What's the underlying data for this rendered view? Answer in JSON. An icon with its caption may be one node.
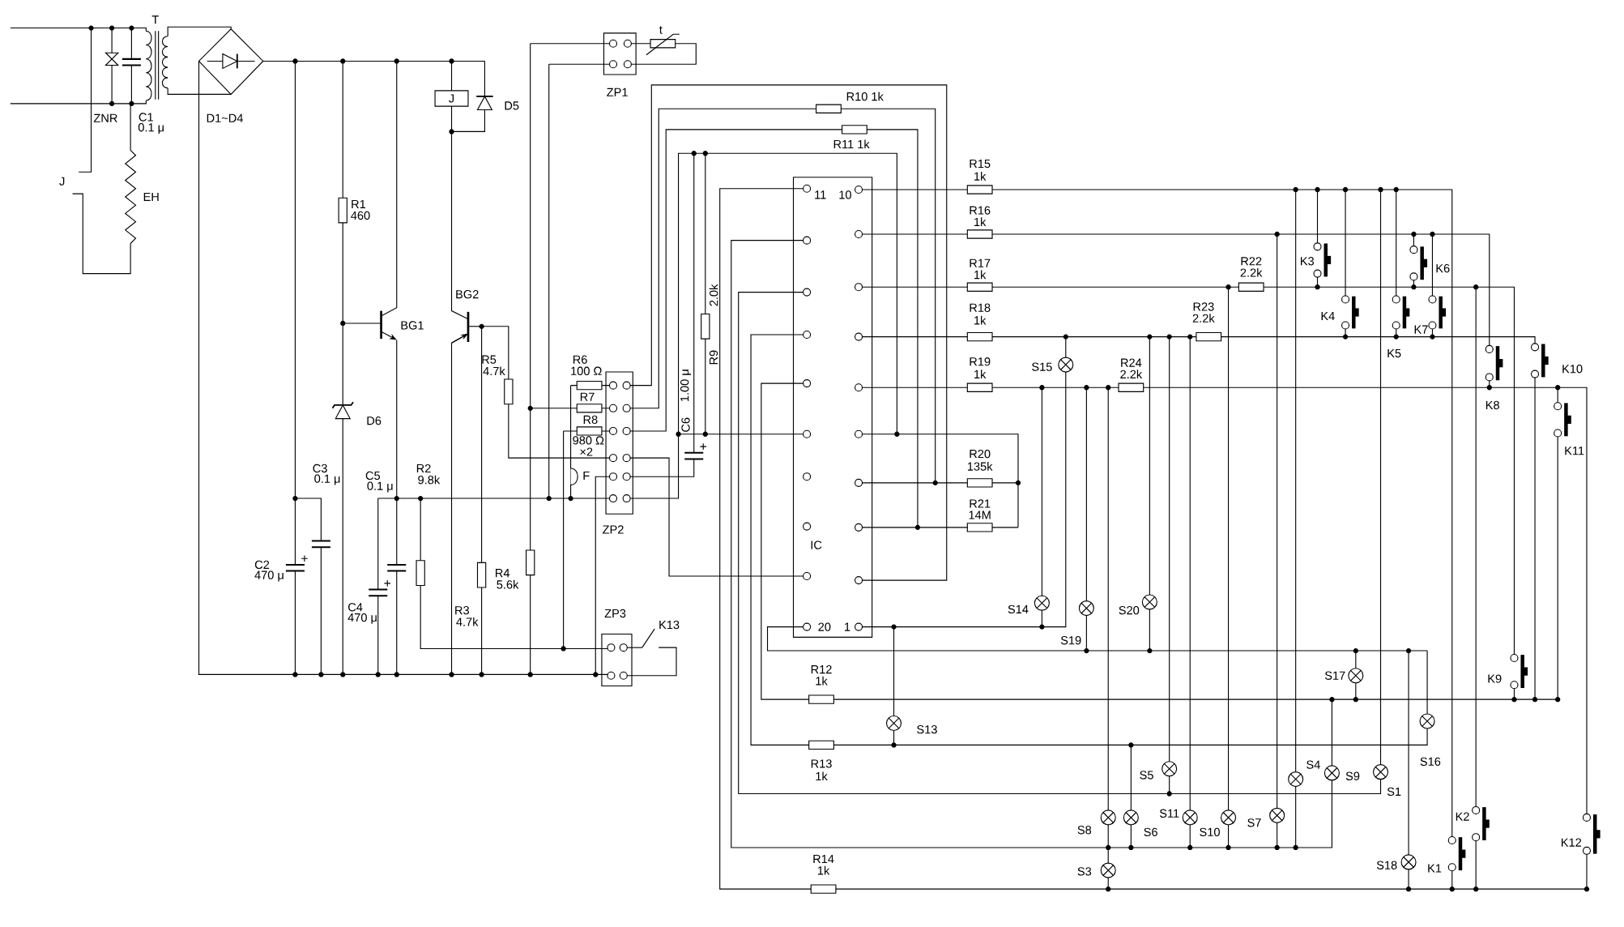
{
  "diagram": {
    "nodes": [
      {
        "text": [
          "11",
          "10",
          "20",
          "1",
          "IC"
        ]
      },
      {
        "text": [
          "J"
        ]
      }
    ],
    "labels": [
      "T",
      "ZNR",
      "C1",
      "0.1 μ",
      "D1~D4",
      "J",
      "EH",
      "R1",
      "460",
      "D5",
      "BG1",
      "BG2",
      "D6",
      "R5",
      "4.7k",
      "ZP1",
      "t",
      "R10 1k",
      "R11 1k",
      "R6",
      "100 Ω",
      "R7",
      "R8",
      "980 Ω",
      "×2",
      "F",
      "ZP2",
      "2.0k",
      "R9",
      "C6",
      "1.00 μ",
      "C3",
      "0.1 μ",
      "C5",
      "0.1 μ",
      "R2",
      "9.8k",
      "C2",
      "470 μ",
      "C4",
      "470 μ",
      "R3",
      "4.7k",
      "R4",
      "5.6k",
      "ZP3",
      "K13",
      "R15",
      "1k",
      "R16",
      "1k",
      "R17",
      "1k",
      "R18",
      "1k",
      "R19",
      "1k",
      "R20",
      "135k",
      "R21",
      "14M",
      "R22",
      "2.2k",
      "R23",
      "2.2k",
      "R24",
      "2.2k",
      "S15",
      "K3",
      "K4",
      "K5",
      "K6",
      "K7",
      "K8",
      "K10",
      "K11",
      "S14",
      "S19",
      "S20",
      "S17",
      "K9",
      "R12",
      "1k",
      "S13",
      "R13",
      "1k",
      "S16",
      "S5",
      "S4",
      "S9",
      "S1",
      "K2",
      "S8",
      "S6",
      "S11",
      "S10",
      "S7",
      "K12",
      "S18",
      "K1",
      "R14",
      "1k",
      "S3"
    ]
  }
}
